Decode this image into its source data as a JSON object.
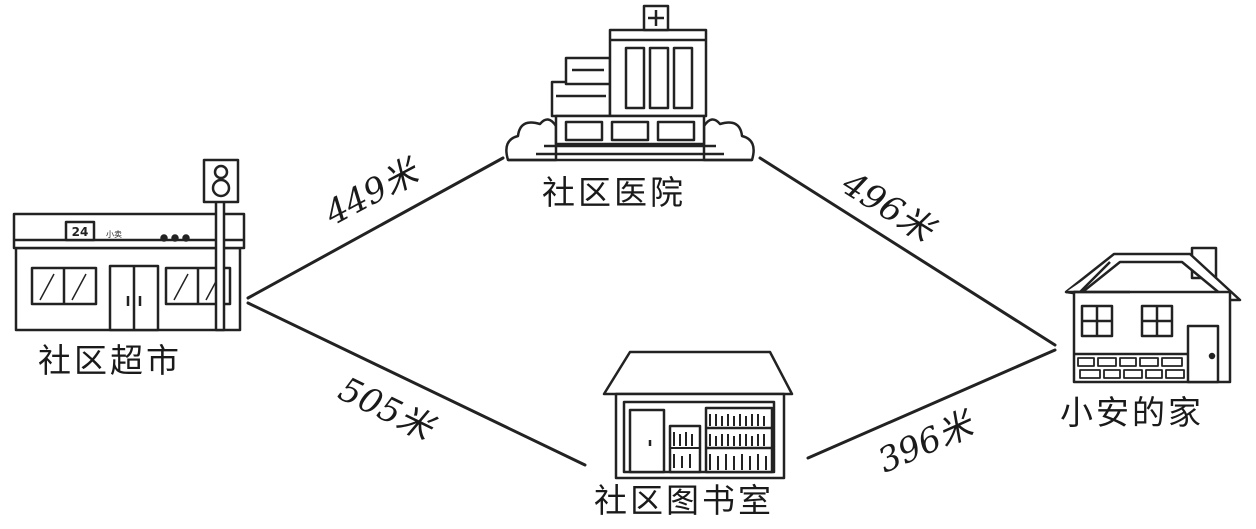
{
  "places": {
    "supermarket": "社区超市",
    "hospital": "社区医院",
    "library": "社区图书室",
    "home": "小安的家"
  },
  "distances": {
    "supermarket_hospital": "449米",
    "hospital_home": "496米",
    "supermarket_library": "505米",
    "library_home": "396米"
  },
  "icons": {
    "supermarket_sign": "24",
    "supermarket_shop_text": "小卖"
  }
}
